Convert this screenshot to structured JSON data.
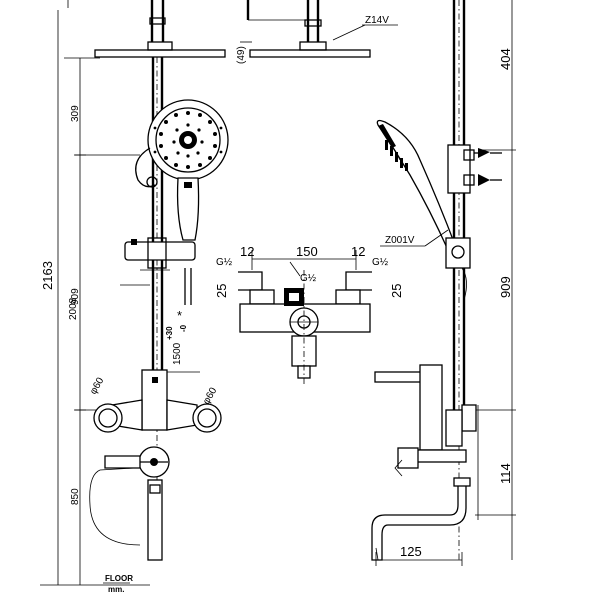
{
  "dimensions": {
    "total_height": "2163",
    "rail_2008": "2008",
    "top_309": "309",
    "mid_909": "909",
    "lower_850": "850",
    "install_height": "1500",
    "install_tol_plus": "+30",
    "install_tol_minus": "-0",
    "asterisk": "*",
    "phi60_left": "φ60",
    "phi60_right": "φ60",
    "head_49": "(49)",
    "top_404": "404",
    "right_909": "909",
    "right_114": "114",
    "spout_125": "125",
    "center_150": "150",
    "left_12": "12",
    "right_12": "12",
    "left_25": "25",
    "right_25": "25",
    "thread_left": "G½",
    "thread_right": "G½",
    "thread_center": "G½"
  },
  "labels": {
    "part_z14v": "Z14V",
    "part_z001v": "Z001V",
    "floor": "FLOOR",
    "unit": "mm."
  }
}
